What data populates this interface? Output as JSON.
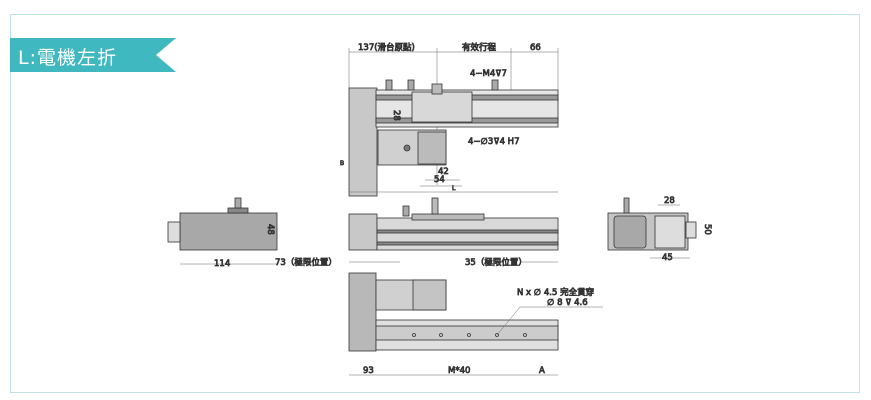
{
  "title": "L:電機左折",
  "colors": {
    "accent": "#3fb8c0",
    "frame": "#bfe3e6",
    "body": "#b3b3b3",
    "line": "#333333"
  },
  "top_view": {
    "dim_slider_origin": "137(滑台原點)",
    "dim_stroke": "有效行程",
    "dim_end": "66",
    "note_tap": "4−M4⊽7",
    "note_pin": "4−∅3⊽4 H7",
    "dim_28": "28",
    "dim_42": "42",
    "dim_54": "54",
    "dim_b": "B"
  },
  "middle_view": {
    "dim_L": "L",
    "dim_114": "114",
    "dim_48": "48",
    "dim_73": "73（極限位置）",
    "dim_35": "35（極限位置）"
  },
  "side_view": {
    "dim_28": "28",
    "dim_50": "50",
    "dim_45": "45"
  },
  "bottom_view": {
    "note_holes": "N x ∅ 4.5 完全貫穿",
    "note_cbore": "∅ 8 ⊽ 4.6",
    "dim_93": "93",
    "dim_pitch": "M*40",
    "dim_A": "A"
  }
}
